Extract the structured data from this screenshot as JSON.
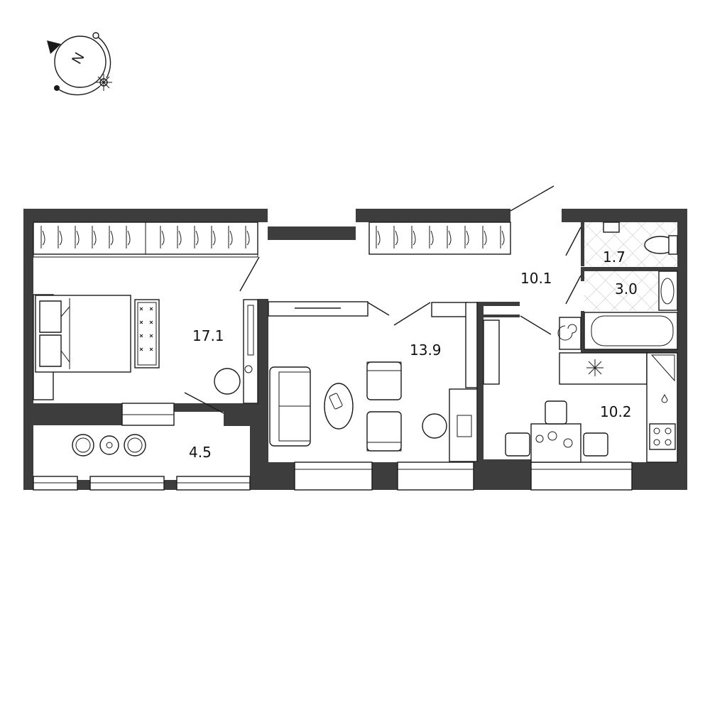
{
  "compass": {
    "letter": "N",
    "icon": "compass-icon"
  },
  "rooms": [
    {
      "id": "bedroom",
      "area": "17.1"
    },
    {
      "id": "living-room",
      "area": "13.9"
    },
    {
      "id": "hallway",
      "area": "10.1"
    },
    {
      "id": "kitchen",
      "area": "10.2"
    },
    {
      "id": "toilet",
      "area": "1.7"
    },
    {
      "id": "bathroom",
      "area": "3.0"
    },
    {
      "id": "balcony",
      "area": "4.5"
    }
  ],
  "colors": {
    "wall": "#3d3d3d",
    "tile_pattern": "#bdbdbd",
    "line": "#1a1a1a"
  }
}
